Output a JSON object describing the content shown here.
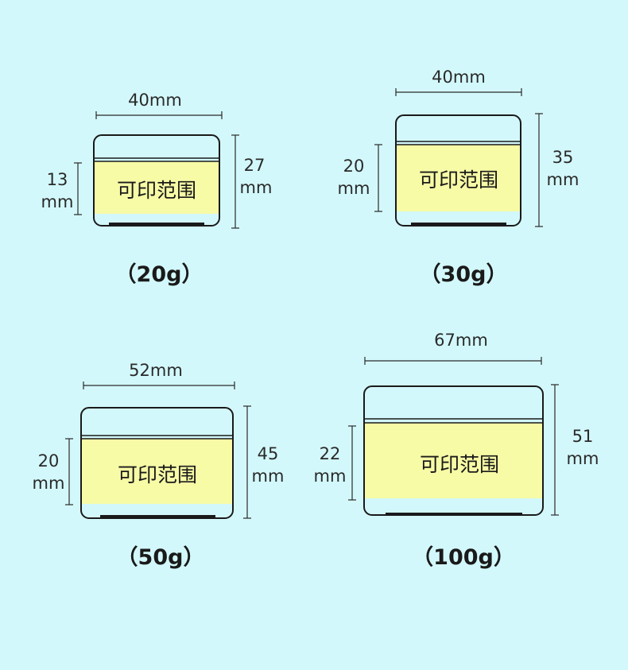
{
  "colors": {
    "background": "#d3f8fb",
    "print_area": "#f7fba6",
    "outline": "#1a1a1a"
  },
  "jars": [
    {
      "width_label": "40mm",
      "height_label_1": "27",
      "height_label_2": "mm",
      "print_height_label_1": "13",
      "print_height_label_2": "mm",
      "print_area_label": "可印范围",
      "caption": "（20g）"
    },
    {
      "width_label": "40mm",
      "height_label_1": "35",
      "height_label_2": "mm",
      "print_height_label_1": "20",
      "print_height_label_2": "mm",
      "print_area_label": "可印范围",
      "caption": "（30g）"
    },
    {
      "width_label": "52mm",
      "height_label_1": "45",
      "height_label_2": "mm",
      "print_height_label_1": "20",
      "print_height_label_2": "mm",
      "print_area_label": "可印范围",
      "caption": "（50g）"
    },
    {
      "width_label": "67mm",
      "height_label_1": "51",
      "height_label_2": "mm",
      "print_height_label_1": "22",
      "print_height_label_2": "mm",
      "print_area_label": "可印范围",
      "caption": "（100g）"
    }
  ]
}
